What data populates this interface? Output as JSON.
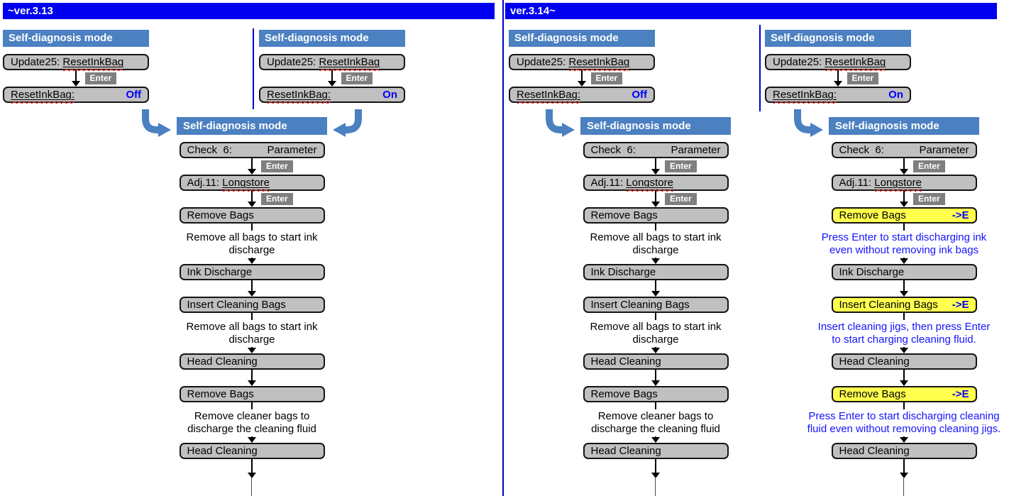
{
  "colors": {
    "title_bar": "#0000f0",
    "divider": "#0000d0",
    "header_bg": "#4b80c1",
    "elbow_arrow": "#4b80c1",
    "box_bg": "#c0c0c0",
    "box_border": "#141414",
    "enter_bg": "#7f7f7f",
    "yellow_bg": "#ffff4d",
    "accent_blue": "#0000ff",
    "note_blue": "#1414ff",
    "squiggle_red": "#ff3333"
  },
  "left": {
    "title": "~ver.3.13",
    "panels": [
      {
        "header": "Self-diagnosis mode",
        "menu_pre": "Update25: ",
        "menu_ul": "ResetInkBag",
        "enter": "Enter",
        "result_label": "ResetInkBag:",
        "result_value": "Off"
      },
      {
        "header": "Self-diagnosis mode",
        "menu_pre": "Update25: ",
        "menu_ul": "ResetInkBag",
        "enter": "Enter",
        "result_label": "ResetInkBag:",
        "result_value": "On"
      }
    ]
  },
  "right": {
    "title": "ver.3.14~",
    "panels": [
      {
        "header": "Self-diagnosis mode",
        "menu_pre": "Update25: ",
        "menu_ul": "ResetInkBag",
        "enter": "Enter",
        "result_label": "ResetInkBag:",
        "result_value": "Off"
      },
      {
        "header": "Self-diagnosis mode",
        "menu_pre": "Update25: ",
        "menu_ul": "ResetInkBag",
        "enter": "Enter",
        "result_label": "ResetInkBag:",
        "result_value": "On"
      }
    ]
  },
  "flows": {
    "standard": {
      "header": "Self-diagnosis mode",
      "steps": [
        {
          "type": "box",
          "label": "Check  6:",
          "right": "Parameter"
        },
        {
          "type": "conn",
          "arrow": true,
          "enter": "Enter"
        },
        {
          "type": "box",
          "pre": "Adj.11: ",
          "ul": "Longstore"
        },
        {
          "type": "conn",
          "arrow": true,
          "enter": "Enter"
        },
        {
          "type": "box",
          "label": "Remove Bags"
        },
        {
          "type": "conn",
          "arrow": false
        },
        {
          "type": "note",
          "lines": [
            "Remove all bags to start ink",
            "discharge"
          ]
        },
        {
          "type": "conn",
          "arrow": true
        },
        {
          "type": "box",
          "label": "Ink Discharge"
        },
        {
          "type": "conn",
          "arrow": true
        },
        {
          "type": "box",
          "label": "Insert Cleaning Bags"
        },
        {
          "type": "conn",
          "arrow": false
        },
        {
          "type": "note",
          "lines": [
            "Remove all bags to start ink",
            "discharge"
          ]
        },
        {
          "type": "conn",
          "arrow": true
        },
        {
          "type": "box",
          "label": "Head Cleaning"
        },
        {
          "type": "conn",
          "arrow": true
        },
        {
          "type": "box",
          "label": "Remove Bags"
        },
        {
          "type": "conn",
          "arrow": false
        },
        {
          "type": "note",
          "lines": [
            "Remove cleaner bags to",
            "discharge the cleaning fluid"
          ]
        },
        {
          "type": "conn",
          "arrow": true
        },
        {
          "type": "box",
          "label": "Head Cleaning"
        },
        {
          "type": "tail"
        }
      ]
    },
    "modified": {
      "header": "Self-diagnosis mode",
      "steps": [
        {
          "type": "box",
          "label": "Check  6:",
          "right": "Parameter"
        },
        {
          "type": "conn",
          "arrow": true,
          "enter": "Enter"
        },
        {
          "type": "box",
          "pre": "Adj.11: ",
          "ul": "Longstore"
        },
        {
          "type": "conn",
          "arrow": true,
          "enter": "Enter"
        },
        {
          "type": "box",
          "label": "Remove Bags",
          "right": "->E",
          "em": true,
          "yellow": true
        },
        {
          "type": "conn",
          "arrow": false
        },
        {
          "type": "note",
          "blue": true,
          "lines": [
            "Press Enter to start discharging ink",
            "even without removing ink bags"
          ]
        },
        {
          "type": "conn",
          "arrow": true
        },
        {
          "type": "box",
          "label": "Ink Discharge"
        },
        {
          "type": "conn",
          "arrow": true
        },
        {
          "type": "box",
          "label": "Insert Cleaning Bags",
          "right": "->E",
          "em": true,
          "yellow": true
        },
        {
          "type": "conn",
          "arrow": false
        },
        {
          "type": "note",
          "blue": true,
          "lines": [
            "Insert cleaning jigs, then press Enter",
            "to start charging cleaning fluid."
          ]
        },
        {
          "type": "conn",
          "arrow": true
        },
        {
          "type": "box",
          "label": "Head Cleaning"
        },
        {
          "type": "conn",
          "arrow": true
        },
        {
          "type": "box",
          "label": "Remove Bags",
          "right": "->E",
          "em": true,
          "yellow": true
        },
        {
          "type": "conn",
          "arrow": false
        },
        {
          "type": "note",
          "blue": true,
          "lines": [
            "Press Enter to start discharging cleaning",
            "fluid even without removing cleaning jigs."
          ]
        },
        {
          "type": "conn",
          "arrow": true
        },
        {
          "type": "box",
          "label": "Head Cleaning"
        },
        {
          "type": "tail"
        }
      ]
    }
  }
}
